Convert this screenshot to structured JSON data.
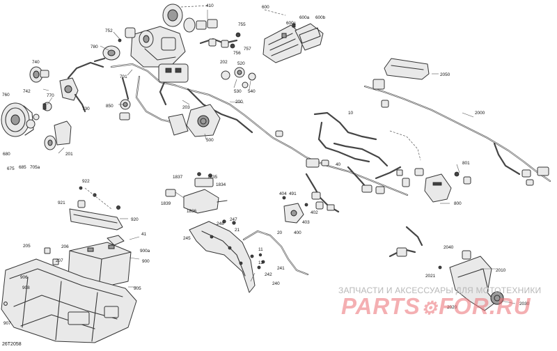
{
  "callouts": [
    {
      "id": "c1",
      "text": "410"
    },
    {
      "id": "c2",
      "text": "600"
    },
    {
      "id": "c3",
      "text": "600a"
    },
    {
      "id": "c4",
      "text": "600b"
    },
    {
      "id": "c5",
      "text": "600c"
    },
    {
      "id": "c6",
      "text": "752"
    },
    {
      "id": "c7",
      "text": "780"
    },
    {
      "id": "c8",
      "text": "755"
    },
    {
      "id": "c9",
      "text": "757"
    },
    {
      "id": "c10",
      "text": "756"
    },
    {
      "id": "c11",
      "text": "740"
    },
    {
      "id": "c12",
      "text": "742"
    },
    {
      "id": "c13",
      "text": "770"
    },
    {
      "id": "c14",
      "text": "701"
    },
    {
      "id": "c15",
      "text": "202"
    },
    {
      "id": "c16",
      "text": "520"
    },
    {
      "id": "c17",
      "text": "530"
    },
    {
      "id": "c18",
      "text": "540"
    },
    {
      "id": "c19",
      "text": "2050"
    },
    {
      "id": "c20",
      "text": "760"
    },
    {
      "id": "c21",
      "text": "730"
    },
    {
      "id": "c22",
      "text": "850"
    },
    {
      "id": "c23",
      "text": "203"
    },
    {
      "id": "c24",
      "text": "200"
    },
    {
      "id": "c25",
      "text": "500"
    },
    {
      "id": "c26",
      "text": "10"
    },
    {
      "id": "c27",
      "text": "2000"
    },
    {
      "id": "c28",
      "text": "680"
    },
    {
      "id": "c29",
      "text": "675"
    },
    {
      "id": "c30",
      "text": "685"
    },
    {
      "id": "c31",
      "text": "705a"
    },
    {
      "id": "c32",
      "text": "201"
    },
    {
      "id": "c33",
      "text": "40"
    },
    {
      "id": "c34",
      "text": "801"
    },
    {
      "id": "c35",
      "text": "922"
    },
    {
      "id": "c36",
      "text": "1837"
    },
    {
      "id": "c37",
      "text": "1835"
    },
    {
      "id": "c38",
      "text": "1834"
    },
    {
      "id": "c39",
      "text": "800"
    },
    {
      "id": "c40",
      "text": "921"
    },
    {
      "id": "c41",
      "text": "1839"
    },
    {
      "id": "c42",
      "text": "1836"
    },
    {
      "id": "c43",
      "text": "404"
    },
    {
      "id": "c44",
      "text": "491"
    },
    {
      "id": "c45",
      "text": "402"
    },
    {
      "id": "c46",
      "text": "403"
    },
    {
      "id": "c47",
      "text": "920"
    },
    {
      "id": "c48",
      "text": "400"
    },
    {
      "id": "c49",
      "text": "248"
    },
    {
      "id": "c50",
      "text": "247"
    },
    {
      "id": "c51",
      "text": "41"
    },
    {
      "id": "c52",
      "text": "21"
    },
    {
      "id": "c53",
      "text": "20"
    },
    {
      "id": "c54",
      "text": "205"
    },
    {
      "id": "c55",
      "text": "206"
    },
    {
      "id": "c56",
      "text": "900a"
    },
    {
      "id": "c57",
      "text": "245"
    },
    {
      "id": "c58",
      "text": "900"
    },
    {
      "id": "c59",
      "text": "207"
    },
    {
      "id": "c60",
      "text": "11"
    },
    {
      "id": "c61",
      "text": "2040"
    },
    {
      "id": "c62",
      "text": "12"
    },
    {
      "id": "c63",
      "text": "241"
    },
    {
      "id": "c64",
      "text": "2010"
    },
    {
      "id": "c65",
      "text": "906"
    },
    {
      "id": "c66",
      "text": "242"
    },
    {
      "id": "c67",
      "text": "2021"
    },
    {
      "id": "c68",
      "text": "240"
    },
    {
      "id": "c69",
      "text": "908"
    },
    {
      "id": "c70",
      "text": "905"
    },
    {
      "id": "c71",
      "text": "2030"
    },
    {
      "id": "c72",
      "text": "2020"
    },
    {
      "id": "c73",
      "text": "907"
    }
  ],
  "watermark": {
    "caption": "ЗАПЧАСТИ И АКСЕССУАРЫ ДЛЯ МОТОТЕХНИКИ",
    "logo_left": "PARTS",
    "logo_right": "FOR.RU"
  },
  "doc_code": "26T2058"
}
